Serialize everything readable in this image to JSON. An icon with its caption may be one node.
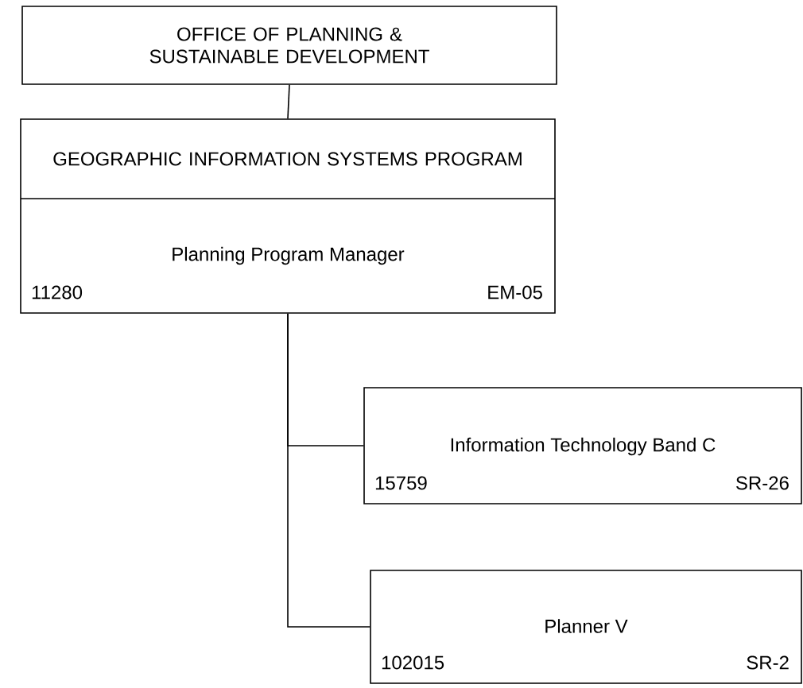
{
  "diagram": {
    "nodes": [
      {
        "text": [
          "OFFICE OF PLANNING & SUSTAINABLE DEVELOPMENT"
        ]
      },
      {
        "text": [
          "GEOGRAPHIC INFORMATION SYSTEMS PROGRAM",
          "Planning Program Manager",
          "11280",
          "EM-05"
        ]
      },
      {
        "text": [
          "Information Technology Band C",
          "15759",
          "SR-26"
        ]
      },
      {
        "text": [
          "Planner V",
          "102015",
          "SR-2"
        ]
      }
    ],
    "edges": [
      {
        "from": 0,
        "to": 1,
        "arrow": "none"
      },
      {
        "from": 1,
        "to": 2,
        "arrow": "none"
      },
      {
        "from": 1,
        "to": 3,
        "arrow": "none"
      }
    ]
  }
}
